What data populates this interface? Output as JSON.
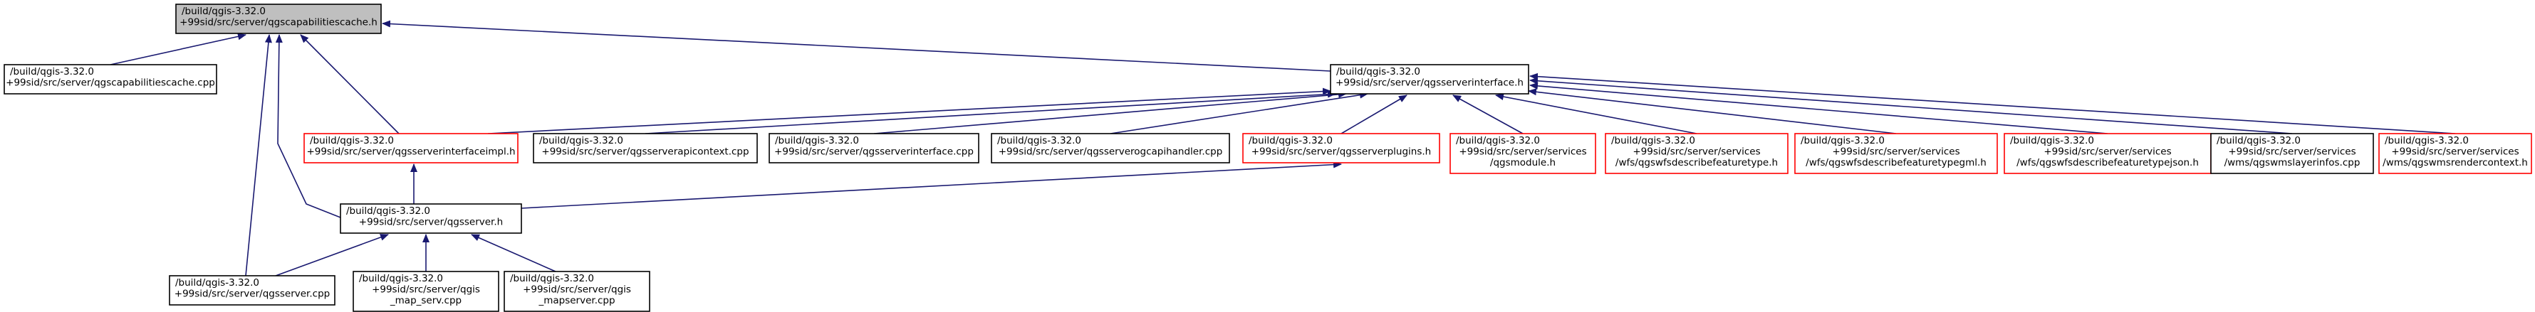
{
  "diagram": {
    "colors": {
      "root_fill": "#bfbfbf",
      "node_fill": "#ffffff",
      "node_border": "#000000",
      "incomplete_border": "#ff0000",
      "edge": "#191970",
      "text": "#000000"
    },
    "nodes": [
      {
        "id": "qgscapabilitiescache_h",
        "lines": [
          "/build/qgis-3.32.0",
          "+99sid/src/server/qgscapabilitiescache.h"
        ],
        "style": "root"
      },
      {
        "id": "qgscapabilitiescache_cpp",
        "lines": [
          "/build/qgis-3.32.0",
          "+99sid/src/server/qgscapabilitiescache.cpp"
        ],
        "style": "normal"
      },
      {
        "id": "qgsserverinterface_h",
        "lines": [
          "/build/qgis-3.32.0",
          "+99sid/src/server/qgsserverinterface.h"
        ],
        "style": "normal"
      },
      {
        "id": "qgsserverinterfaceimpl_h",
        "lines": [
          "/build/qgis-3.32.0",
          "+99sid/src/server/qgsserverinterfaceimpl.h"
        ],
        "style": "incomplete"
      },
      {
        "id": "qgsserverapicontext_cpp",
        "lines": [
          "/build/qgis-3.32.0",
          "+99sid/src/server/qgsserverapicontext.cpp"
        ],
        "style": "normal"
      },
      {
        "id": "qgsserverinterface_cpp",
        "lines": [
          "/build/qgis-3.32.0",
          "+99sid/src/server/qgsserverinterface.cpp"
        ],
        "style": "normal"
      },
      {
        "id": "qgsserverogcapihandler_cpp",
        "lines": [
          "/build/qgis-3.32.0",
          "+99sid/src/server/qgsserverogcapihandler.cpp"
        ],
        "style": "normal"
      },
      {
        "id": "qgsserverplugins_h",
        "lines": [
          "/build/qgis-3.32.0",
          "+99sid/src/server/qgsserverplugins.h"
        ],
        "style": "incomplete"
      },
      {
        "id": "qgsmodule_h",
        "lines": [
          "/build/qgis-3.32.0",
          "+99sid/src/server/services",
          "/qgsmodule.h"
        ],
        "style": "incomplete"
      },
      {
        "id": "qgswfsdescribefeaturetype_h",
        "lines": [
          "/build/qgis-3.32.0",
          "+99sid/src/server/services",
          "/wfs/qgswfsdescribefeaturetype.h"
        ],
        "style": "incomplete"
      },
      {
        "id": "qgswfsdescribefeaturetypegml_h",
        "lines": [
          "/build/qgis-3.32.0",
          "+99sid/src/server/services",
          "/wfs/qgswfsdescribefeaturetypegml.h"
        ],
        "style": "incomplete"
      },
      {
        "id": "qgswfsdescribefeaturetypejson_h",
        "lines": [
          "/build/qgis-3.32.0",
          "+99sid/src/server/services",
          "/wfs/qgswfsdescribefeaturetypejson.h"
        ],
        "style": "incomplete"
      },
      {
        "id": "qgswmslayerinfos_cpp",
        "lines": [
          "/build/qgis-3.32.0",
          "+99sid/src/server/services",
          "/wms/qgswmslayerinfos.cpp"
        ],
        "style": "normal"
      },
      {
        "id": "qgswmsrendercontext_h",
        "lines": [
          "/build/qgis-3.32.0",
          "+99sid/src/server/services",
          "/wms/qgswmsrendercontext.h"
        ],
        "style": "incomplete"
      },
      {
        "id": "qgsserver_h",
        "lines": [
          "/build/qgis-3.32.0",
          "+99sid/src/server/qgsserver.h"
        ],
        "style": "normal"
      },
      {
        "id": "qgsserver_cpp",
        "lines": [
          "/build/qgis-3.32.0",
          "+99sid/src/server/qgsserver.cpp"
        ],
        "style": "normal"
      },
      {
        "id": "qgis_map_serv_cpp",
        "lines": [
          "/build/qgis-3.32.0",
          "+99sid/src/server/qgis",
          "_map_serv.cpp"
        ],
        "style": "normal"
      },
      {
        "id": "qgis_mapserver_cpp",
        "lines": [
          "/build/qgis-3.32.0",
          "+99sid/src/server/qgis",
          "_mapserver.cpp"
        ],
        "style": "normal"
      }
    ],
    "edges": [
      {
        "from": "qgscapabilitiescache_cpp",
        "to": "qgscapabilitiescache_h"
      },
      {
        "from": "qgsserverinterface_h",
        "to": "qgscapabilitiescache_h"
      },
      {
        "from": "qgsserverinterfaceimpl_h",
        "to": "qgscapabilitiescache_h"
      },
      {
        "from": "qgsserver_h",
        "to": "qgscapabilitiescache_h"
      },
      {
        "from": "qgsserver_cpp",
        "to": "qgscapabilitiescache_h"
      },
      {
        "from": "qgsserverinterfaceimpl_h",
        "to": "qgsserverinterface_h"
      },
      {
        "from": "qgsserverapicontext_cpp",
        "to": "qgsserverinterface_h"
      },
      {
        "from": "qgsserverinterface_cpp",
        "to": "qgsserverinterface_h"
      },
      {
        "from": "qgsserverogcapihandler_cpp",
        "to": "qgsserverinterface_h"
      },
      {
        "from": "qgsserverplugins_h",
        "to": "qgsserverinterface_h"
      },
      {
        "from": "qgsmodule_h",
        "to": "qgsserverinterface_h"
      },
      {
        "from": "qgswfsdescribefeaturetype_h",
        "to": "qgsserverinterface_h"
      },
      {
        "from": "qgswfsdescribefeaturetypegml_h",
        "to": "qgsserverinterface_h"
      },
      {
        "from": "qgswfsdescribefeaturetypejson_h",
        "to": "qgsserverinterface_h"
      },
      {
        "from": "qgswmslayerinfos_cpp",
        "to": "qgsserverinterface_h"
      },
      {
        "from": "qgswmsrendercontext_h",
        "to": "qgsserverinterface_h"
      },
      {
        "from": "qgsserver_h",
        "to": "qgsserverinterfaceimpl_h"
      },
      {
        "from": "qgsserver_h",
        "to": "qgsserverplugins_h"
      },
      {
        "from": "qgsserver_cpp",
        "to": "qgsserver_h"
      },
      {
        "from": "qgis_map_serv_cpp",
        "to": "qgsserver_h"
      },
      {
        "from": "qgis_mapserver_cpp",
        "to": "qgsserver_h"
      }
    ]
  }
}
